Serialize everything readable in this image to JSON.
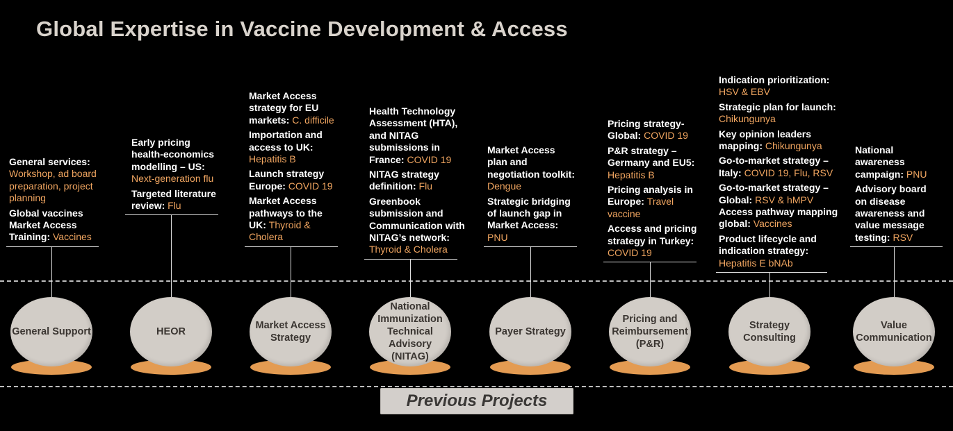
{
  "title": "Global Expertise in Vaccine Development & Access",
  "footer_label": "Previous Projects",
  "colors": {
    "accent": "#f0a560",
    "circle": "#d2cdc7",
    "shadow": "#e39b52"
  },
  "columns": [
    {
      "name": "General Support",
      "entries": [
        [
          {
            "t": "General services: "
          },
          {
            "t": "Workshop, ad board preparation, project planning",
            "o": true
          }
        ],
        [
          {
            "t": "Global vaccines Market Access Training: "
          },
          {
            "t": "Vaccines",
            "o": true
          }
        ]
      ]
    },
    {
      "name": "HEOR",
      "entries": [
        [
          {
            "t": "Early pricing health-economics modelling – US: "
          },
          {
            "t": "Next-generation flu",
            "o": true
          }
        ],
        [
          {
            "t": "Targeted literature review: "
          },
          {
            "t": "Flu",
            "o": true
          }
        ]
      ]
    },
    {
      "name": "Market Access Strategy",
      "entries": [
        [
          {
            "t": "Market Access strategy for EU markets: "
          },
          {
            "t": "C. difficile",
            "o": true
          }
        ],
        [
          {
            "t": "Importation and access to UK: "
          },
          {
            "t": "Hepatitis B",
            "o": true
          }
        ],
        [
          {
            "t": "Launch strategy Europe: "
          },
          {
            "t": "COVID 19",
            "o": true
          }
        ],
        [
          {
            "t": "Market Access pathways to the UK: "
          },
          {
            "t": "Thyroid & Cholera",
            "o": true
          }
        ]
      ]
    },
    {
      "name": "National Immunization Technical Advisory (NITAG)",
      "entries": [
        [
          {
            "t": "Health Technology Assessment (HTA), and NITAG submissions in France: "
          },
          {
            "t": "COVID 19",
            "o": true
          }
        ],
        [
          {
            "t": "NITAG strategy definition: "
          },
          {
            "t": "Flu",
            "o": true
          }
        ],
        [
          {
            "t": "Greenbook submission and Communication with NITAG’s network: "
          },
          {
            "t": "Thyroid & Cholera",
            "o": true
          }
        ]
      ]
    },
    {
      "name": "Payer Strategy",
      "entries": [
        [
          {
            "t": "Market Access plan and negotiation toolkit: "
          },
          {
            "t": "Dengue",
            "o": true
          }
        ],
        [
          {
            "t": "Strategic bridging of launch gap in Market Access: "
          },
          {
            "t": "PNU",
            "o": true
          }
        ]
      ]
    },
    {
      "name": "Pricing and Reimbursement (P&R)",
      "entries": [
        [
          {
            "t": "Pricing strategy- Global: "
          },
          {
            "t": "COVID 19",
            "o": true
          }
        ],
        [
          {
            "t": "P&R strategy – Germany and EU5: "
          },
          {
            "t": "Hepatitis B",
            "o": true
          }
        ],
        [
          {
            "t": "Pricing analysis in Europe: "
          },
          {
            "t": "Travel vaccine",
            "o": true
          }
        ],
        [
          {
            "t": "Access and pricing strategy in Turkey: "
          },
          {
            "t": "COVID 19",
            "o": true
          }
        ]
      ]
    },
    {
      "name": "Strategy Consulting",
      "entries": [
        [
          {
            "t": "Indication prioritization: "
          },
          {
            "t": "HSV & EBV",
            "o": true
          }
        ],
        [
          {
            "t": "Strategic plan for launch: "
          },
          {
            "t": "Chikungunya",
            "o": true
          }
        ],
        [
          {
            "t": "Key opinion leaders mapping: "
          },
          {
            "t": "Chikungunya",
            "o": true
          }
        ],
        [
          {
            "t": "Go-to-market strategy – Italy: "
          },
          {
            "t": "COVID 19, Flu, RSV",
            "o": true
          }
        ],
        [
          {
            "t": "Go-to-market strategy – Global: "
          },
          {
            "t": "RSV & hMPV",
            "o": true
          },
          {
            "t": " Access pathway mapping global: "
          },
          {
            "t": "Vaccines",
            "o": true
          }
        ],
        [
          {
            "t": "Product lifecycle and indication strategy: "
          },
          {
            "t": "Hepatitis E bNAb",
            "o": true
          }
        ]
      ]
    },
    {
      "name": "Value Communication",
      "entries": [
        [
          {
            "t": "National awareness campaign: "
          },
          {
            "t": "PNU",
            "o": true
          }
        ],
        [
          {
            "t": "Advisory board on disease awareness and value message testing: "
          },
          {
            "t": "RSV",
            "o": true
          }
        ]
      ]
    }
  ]
}
